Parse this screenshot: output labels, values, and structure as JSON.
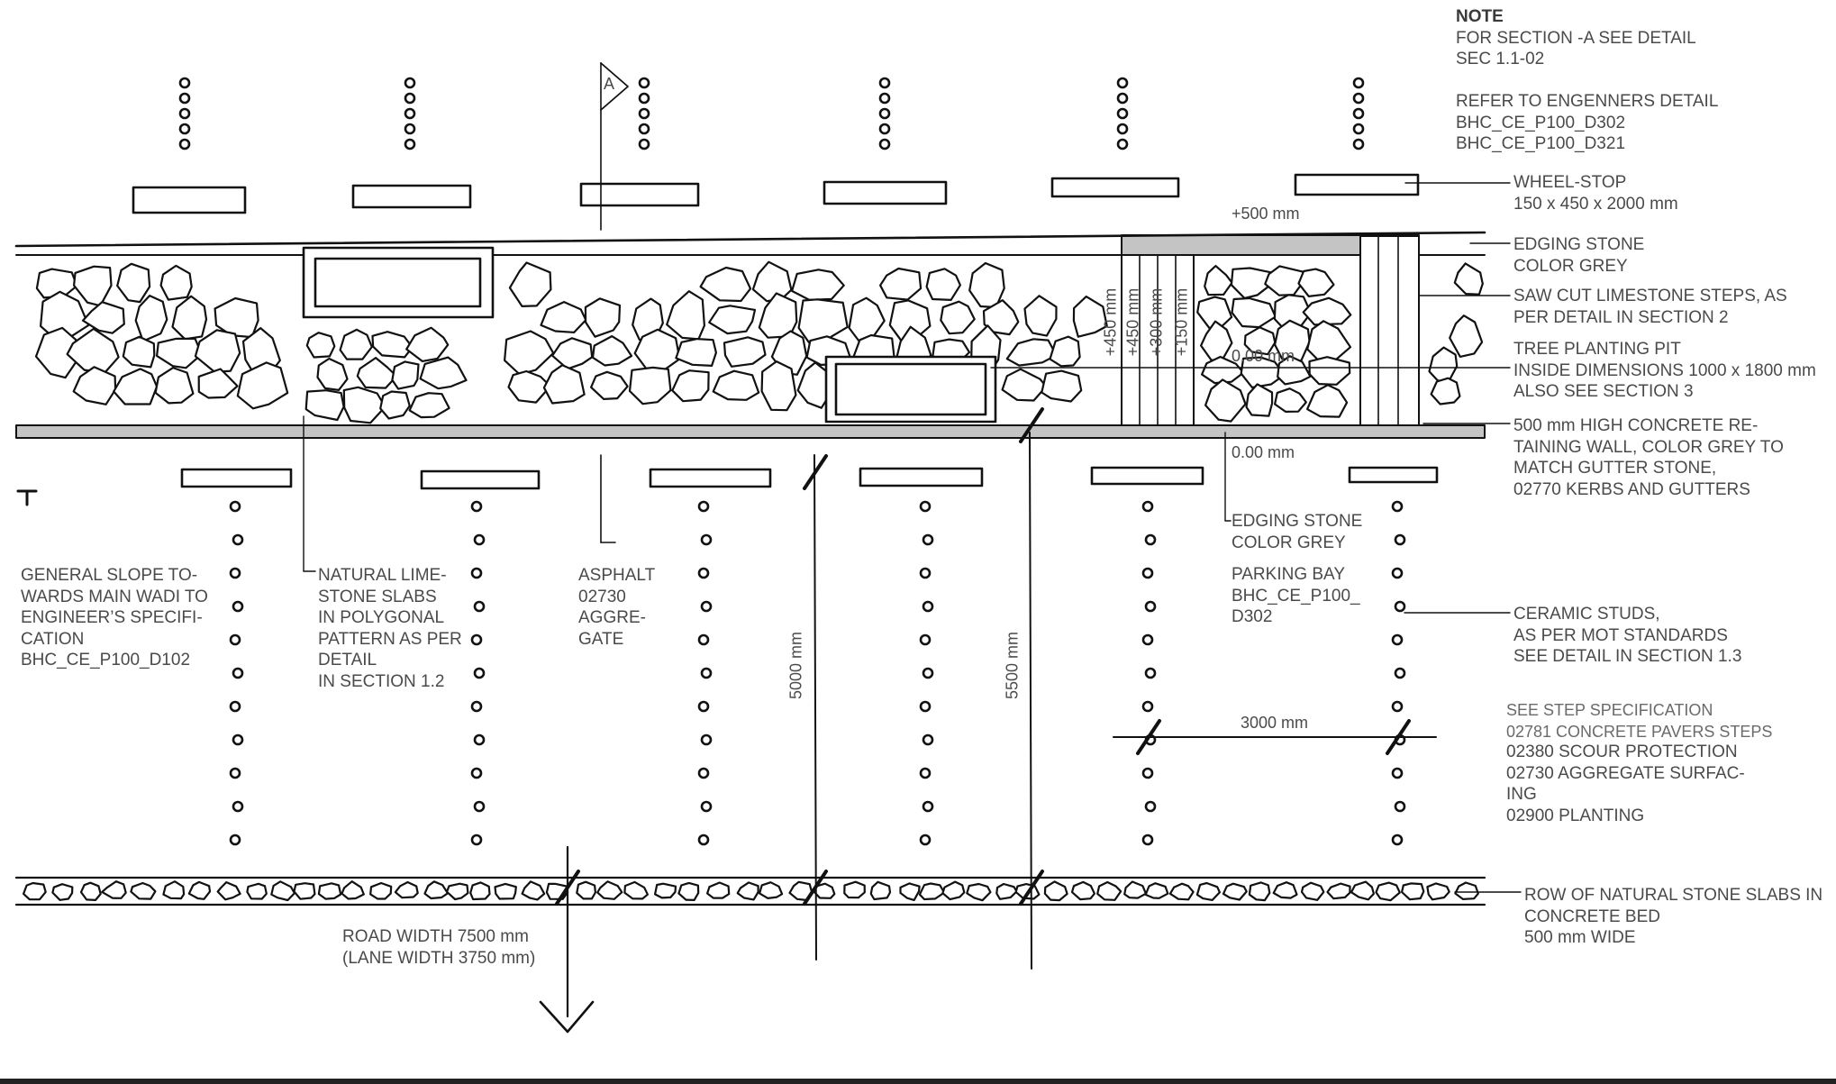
{
  "section_marker": "A",
  "note": {
    "heading": "NOTE",
    "lines": [
      "FOR SECTION -A SEE DETAIL",
      "SEC 1.1-02",
      "",
      "REFER TO ENGENNERS DETAIL",
      "BHC_CE_P100_D302",
      "BHC_CE_P100_D321"
    ]
  },
  "callouts": {
    "wheel_stop": [
      "WHEEL-STOP",
      "150 x 450 x 2000 mm"
    ],
    "edging_stone_top": [
      "EDGING STONE",
      "COLOR GREY"
    ],
    "saw_cut": [
      "SAW CUT LIMESTONE STEPS, AS",
      "PER DETAIL IN SECTION 2"
    ],
    "tree_pit": [
      "TREE PLANTING PIT",
      "INSIDE DIMENSIONS 1000 x 1800 mm",
      "ALSO SEE SECTION 3"
    ],
    "retaining_wall": [
      "500 mm HIGH CONCRETE RE-",
      "TAINING WALL, COLOR GREY TO",
      "MATCH GUTTER STONE,",
      "02770 KERBS AND GUTTERS"
    ],
    "edging_stone_bottom": [
      "EDGING STONE",
      "COLOR GREY"
    ],
    "parking_bay": [
      "PARKING BAY",
      "BHC_CE_P100_",
      "D302"
    ],
    "ceramic_studs": [
      "CERAMIC STUDS,",
      "AS PER MOT STANDARDS",
      "SEE DETAIL IN SECTION 1.3"
    ],
    "step_spec_light": [
      "SEE  STEP SPECIFICATION",
      "02781 CONCRETE PAVERS STEPS"
    ],
    "step_spec_dark": [
      "02380 SCOUR PROTECTION",
      "02730 AGGREGATE SURFAC-",
      "ING",
      "02900 PLANTING"
    ],
    "stone_row": [
      "ROW OF NATURAL STONE SLABS IN",
      "CONCRETE BED",
      "500 mm WIDE"
    ],
    "general_slope": [
      "GENERAL SLOPE TO-",
      "WARDS MAIN WADI TO",
      "ENGINEER’S SPECIFI-",
      "CATION",
      "BHC_CE_P100_D102"
    ],
    "limestone_slabs": [
      "NATURAL LIME-",
      "STONE SLABS",
      "IN POLYGONAL",
      "PATTERN  AS PER",
      "DETAIL",
      "IN SECTION 1.2"
    ],
    "asphalt": [
      "ASPHALT",
      "02730",
      "AGGRE-",
      "GATE"
    ],
    "road_width": [
      "ROAD WIDTH 7500 mm",
      "(LANE WIDTH 3750 mm)"
    ]
  },
  "dimensions": {
    "top_level": "+500 mm",
    "level_mid": "0.00 mm",
    "level_bottom": "0.00 mm",
    "step_450_a": "+450 mm",
    "step_450_b": "+450 mm",
    "step_300": "+300 mm",
    "step_150": "+150 mm",
    "bay_width": "3000 mm",
    "depth_5000": "5000 mm",
    "depth_5500": "5500 mm"
  },
  "colors": {
    "ink": "#111111",
    "label": "#4a4a4a",
    "concrete": "#c4c4c4",
    "paper": "#ffffff"
  }
}
